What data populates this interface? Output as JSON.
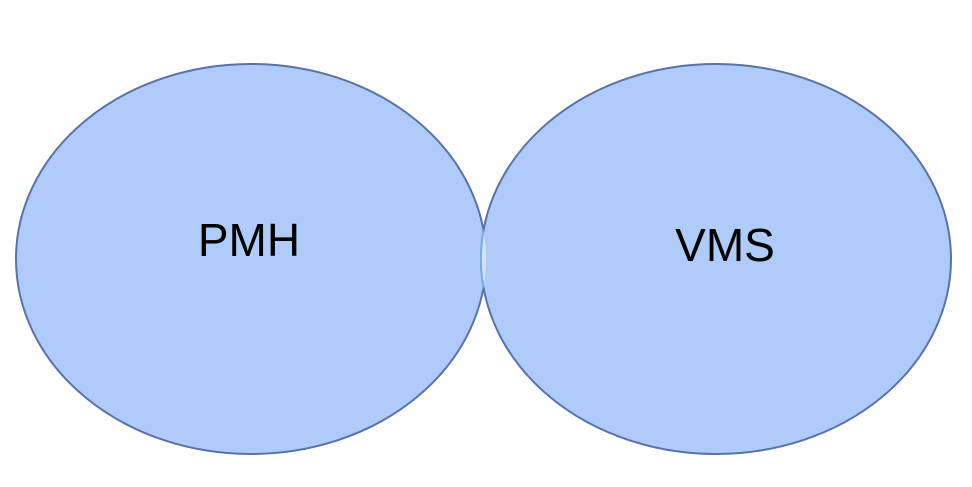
{
  "diagram": {
    "type": "venn",
    "sets": [
      {
        "id": "left",
        "label": "PMH"
      },
      {
        "id": "right",
        "label": "VMS"
      }
    ],
    "intersection_label": ""
  },
  "colors": {
    "set_fill": "#aecbfa",
    "set_stroke": "#5b72a8",
    "intersection_fill": "#d3e4f6",
    "intersection_stroke": "#7bb0de",
    "label_text": "#000000",
    "background": "#ffffff"
  }
}
